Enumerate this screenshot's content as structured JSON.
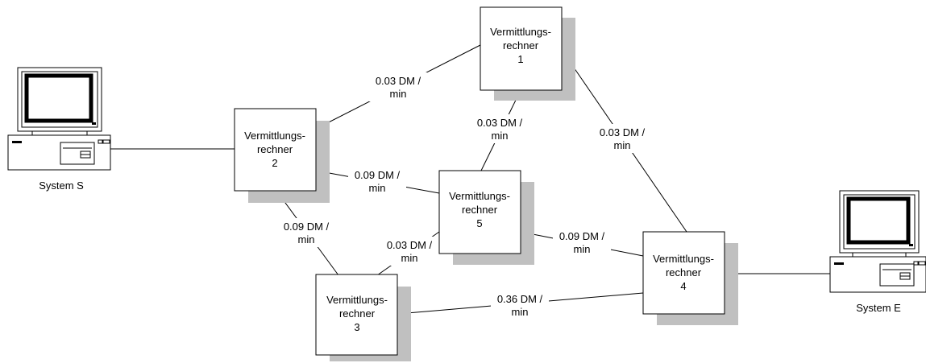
{
  "systems": {
    "source": {
      "label": "System S"
    },
    "target": {
      "label": "System E"
    }
  },
  "nodes": [
    {
      "id": "1",
      "line1": "Vermittlungs-",
      "line2": "rechner",
      "line3": "1"
    },
    {
      "id": "2",
      "line1": "Vermittlungs-",
      "line2": "rechner",
      "line3": "2"
    },
    {
      "id": "3",
      "line1": "Vermittlungs-",
      "line2": "rechner",
      "line3": "3"
    },
    {
      "id": "4",
      "line1": "Vermittlungs-",
      "line2": "rechner",
      "line3": "4"
    },
    {
      "id": "5",
      "line1": "Vermittlungs-",
      "line2": "rechner",
      "line3": "5"
    }
  ],
  "edges": [
    {
      "from": "2",
      "to": "1",
      "cost": "0.03 DM /",
      "unit": "min"
    },
    {
      "from": "1",
      "to": "5",
      "cost": "0.03 DM /",
      "unit": "min"
    },
    {
      "from": "1",
      "to": "4",
      "cost": "0.03 DM /",
      "unit": "min"
    },
    {
      "from": "2",
      "to": "5",
      "cost": "0.09 DM /",
      "unit": "min"
    },
    {
      "from": "2",
      "to": "3",
      "cost": "0.09 DM /",
      "unit": "min"
    },
    {
      "from": "3",
      "to": "5",
      "cost": "0.03 DM /",
      "unit": "min"
    },
    {
      "from": "5",
      "to": "4",
      "cost": "0.09 DM /",
      "unit": "min"
    },
    {
      "from": "3",
      "to": "4",
      "cost": "0.36 DM /",
      "unit": "min"
    }
  ]
}
